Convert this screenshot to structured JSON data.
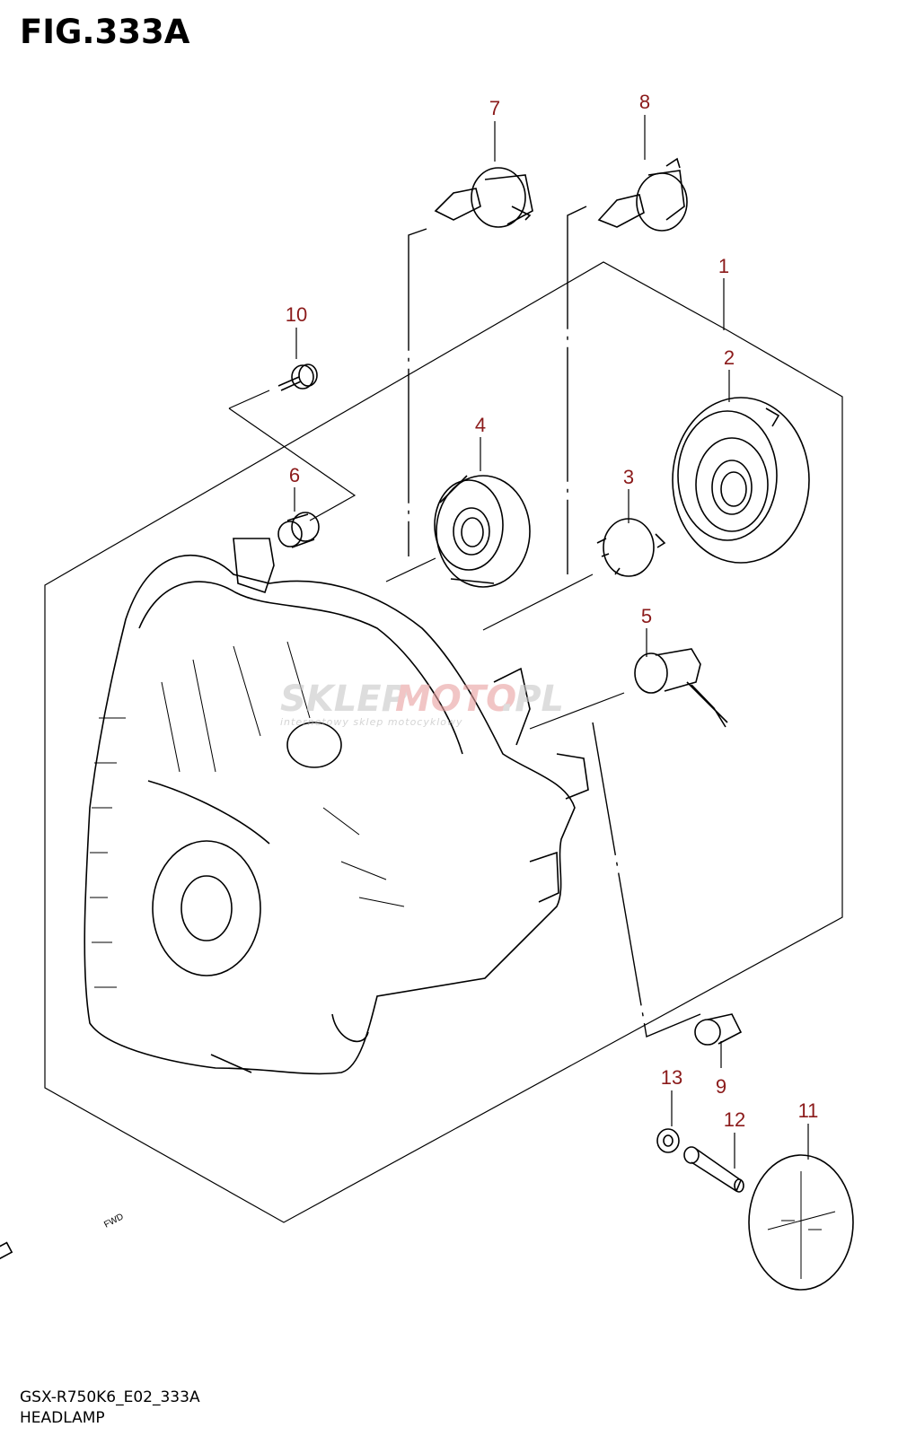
{
  "figure": {
    "title": "FIG.333A"
  },
  "footer": {
    "code": "GSX-R750K6_E02_333A",
    "caption": "HEADLAMP"
  },
  "watermark": {
    "brand_a": "SKLEP",
    "brand_b": "MOTO",
    "brand_c": "  .PL",
    "tagline": "internetowy sklep motocyklowy"
  },
  "fwd_label": "FWD",
  "callouts": [
    "1",
    "2",
    "3",
    "4",
    "5",
    "6",
    "7",
    "8",
    "9",
    "10",
    "11",
    "12",
    "13"
  ],
  "colors": {
    "callout": "#8b1a1a",
    "watermark_grey": "#b8b8b8",
    "watermark_red": "#e8a0a0"
  }
}
